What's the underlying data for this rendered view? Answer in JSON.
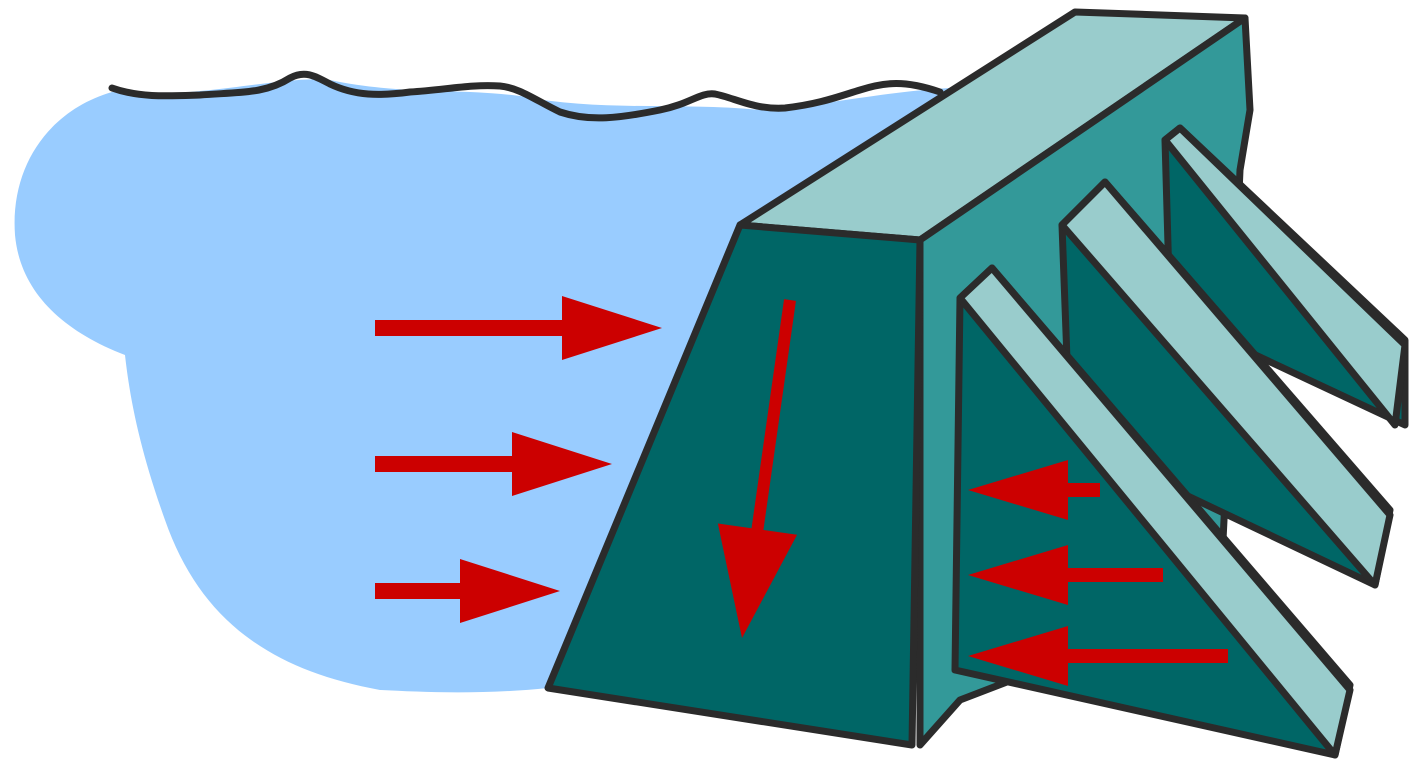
{
  "colors": {
    "water": "#99ccff",
    "dam_dark": "#006666",
    "dam_mid": "#339999",
    "dam_light": "#99cccc",
    "outline": "#2b2b2b",
    "arrow": "#cc0000",
    "background": "#ffffff"
  },
  "water_pressure_arrows": {
    "count": 3,
    "direction": "right"
  },
  "gravity_arrow": {
    "count": 1,
    "direction": "down"
  },
  "buttress_reaction_arrows": {
    "count": 3,
    "direction": "left"
  }
}
